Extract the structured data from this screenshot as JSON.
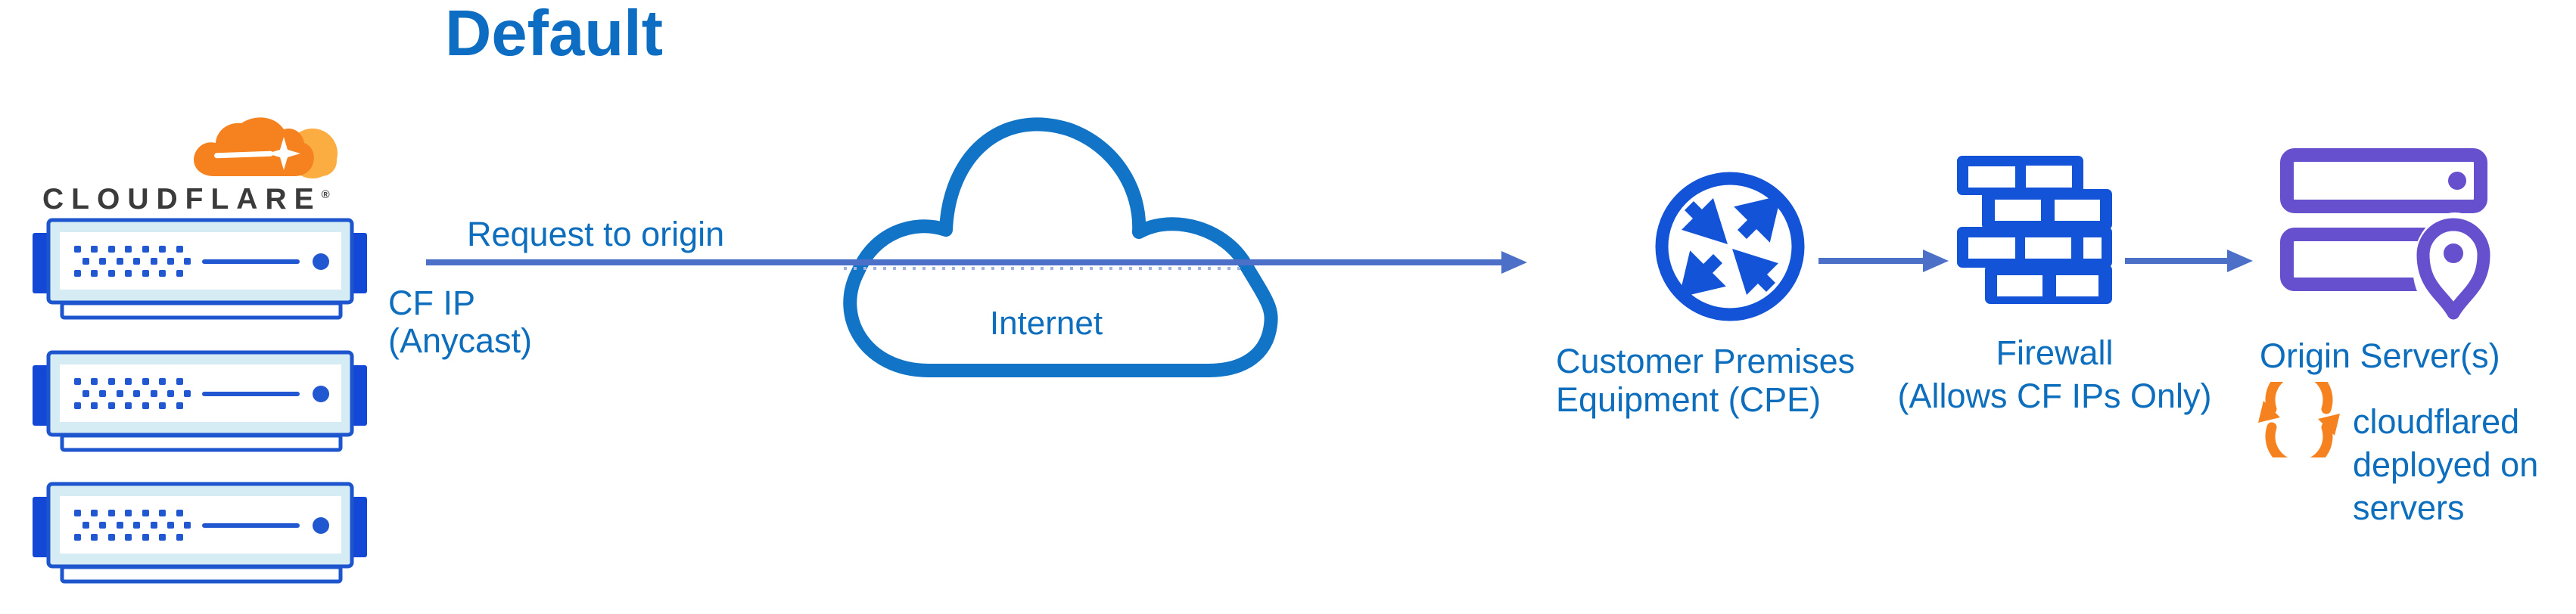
{
  "title": "Default",
  "brand": {
    "wordmark": "CLOUDFLARE",
    "registered": "®"
  },
  "flow": {
    "request_label": "Request to origin",
    "cf_ip_line1": "CF IP",
    "cf_ip_line2": "(Anycast)"
  },
  "internet": {
    "label": "Internet"
  },
  "cpe": {
    "label_line1": "Customer Premises",
    "label_line2": "Equipment (CPE)"
  },
  "firewall": {
    "label_line1": "Firewall",
    "label_line2": "(Allows CF IPs Only)"
  },
  "origin": {
    "label": "Origin Server(s)",
    "note_line1": "cloudflared",
    "note_line2": "deployed on",
    "note_line3": "servers"
  },
  "icons": {
    "cloudflare_logo": "cloudflare-cloud-icon",
    "edge_servers": "server-rack-icon",
    "internet": "internet-cloud-icon",
    "cpe": "traffic-exchange-icon",
    "firewall": "brick-wall-icon",
    "origin": "origin-servers-location-icon",
    "cloudflared": "sync-arrows-icon"
  },
  "colors": {
    "label_blue": "#0E6EBE",
    "title_blue": "#0C6DC2",
    "arrow_blue": "#4C70C7",
    "icon_blue": "#1353D8",
    "server_blue": "#1C55CD",
    "server_tab_blue": "#1347D6",
    "server_fill": "#D6ECF5",
    "server_dot_blue": "#2257D2",
    "cloud_blue": "#1274C6",
    "origin_purple": "#6750CE",
    "cloudflare_orange": "#F6821F",
    "cloudflare_orange_light": "#FBAD41",
    "wordmark_dark": "#3B3B3B",
    "dotted_line": "#9FB3DC"
  }
}
